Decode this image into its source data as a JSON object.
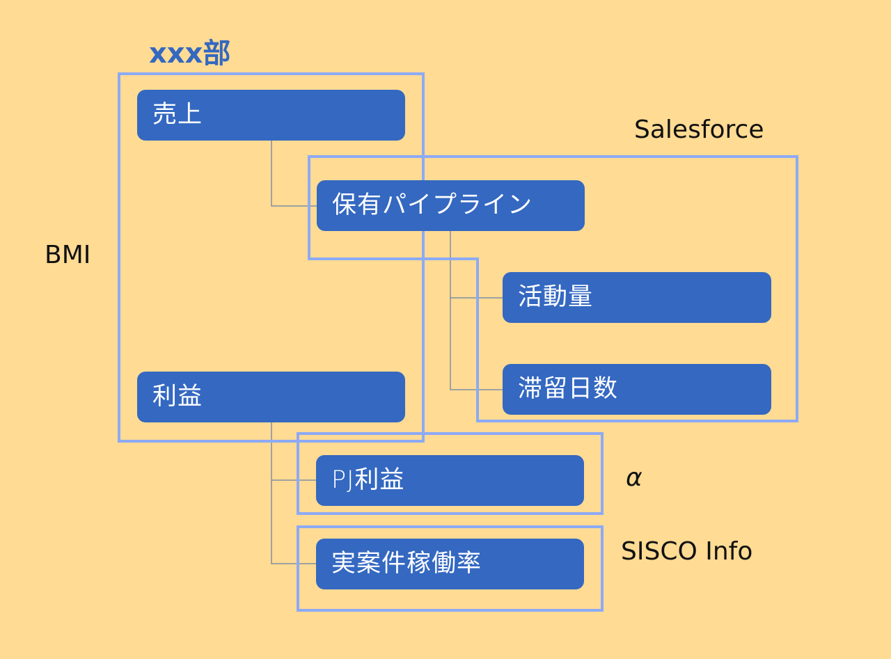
{
  "title": "xxx部",
  "nodes": {
    "uriage": "売上",
    "pipeline": "保有パイプライン",
    "katsudo": "活動量",
    "teiryu": "滞留日数",
    "rieki": "利益",
    "pj_rieki": "PJ利益",
    "kadoritsu": "実案件稼働率"
  },
  "source_labels": {
    "bmi": "BMI",
    "salesforce": "Salesforce",
    "alpha": "α",
    "sisco": "SISCO Info"
  },
  "colors": {
    "background": "#FFDB93",
    "node": "#3468C1",
    "group_border": "#8DAAF5",
    "connector": "#7F8FA8",
    "title": "#3468C1"
  }
}
